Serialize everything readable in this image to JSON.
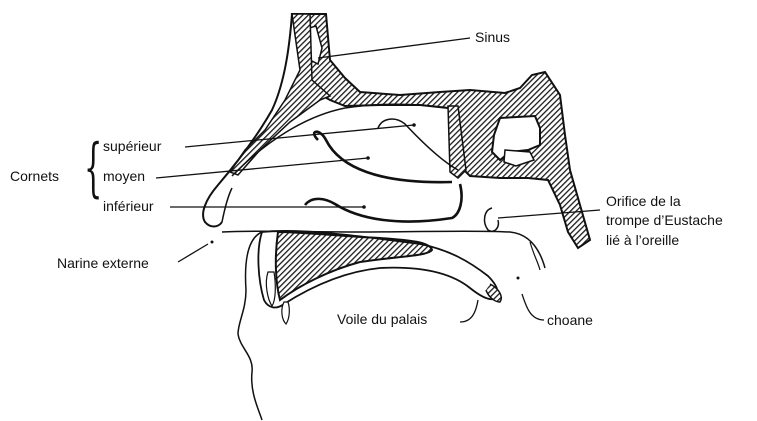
{
  "labels": {
    "sinus": "Sinus",
    "cornets": "Cornets",
    "superieur": "supérieur",
    "moyen": "moyen",
    "inferieur": "inférieur",
    "narine_externe": "Narine externe",
    "orifice_line1": "Orifice de la",
    "orifice_line2": "trompe d’Eustache",
    "orifice_line3": "lié à l’oreille",
    "voile_du_palais": "Voile du palais",
    "choane": "choane"
  },
  "colors": {
    "ink": "#111111",
    "background": "#ffffff"
  }
}
